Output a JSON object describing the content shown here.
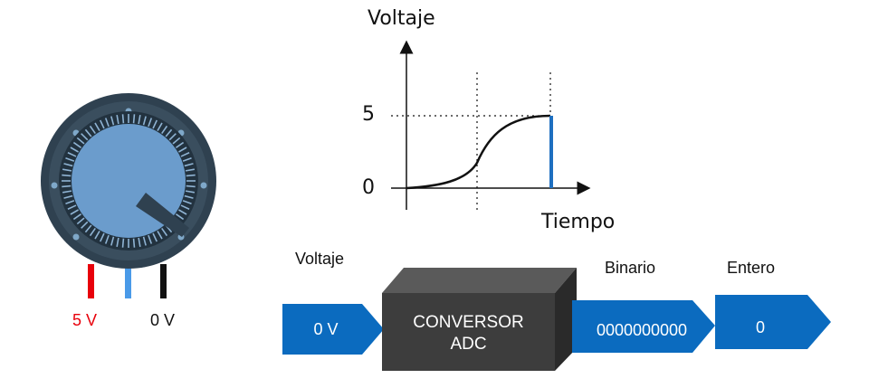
{
  "knob": {
    "pins": [
      {
        "label": "5 V",
        "color": "#e8000b"
      },
      {
        "label": "",
        "color": "#4a9ae8"
      },
      {
        "label": "0 V",
        "color": "#111111"
      }
    ],
    "colors": {
      "outer": "#2f4150",
      "inner": "#6b9ccc",
      "pointer": "#2f4150"
    }
  },
  "plot": {
    "ylabel": "Voltaje",
    "xlabel": "Tiempo",
    "yticks": [
      "5",
      "0"
    ],
    "curve_color": "#111111",
    "marker_color": "#1e6fc0"
  },
  "pipeline": {
    "input_title": "Voltaje",
    "input_value": "0 V",
    "box_title_line1": "CONVERSOR",
    "box_title_line2": "ADC",
    "binary_title": "Binario",
    "binary_value": "0000000000",
    "integer_title": "Entero",
    "integer_value": "0",
    "arrow_color": "#0b6bbf",
    "box_color": "#3d3d3d"
  }
}
